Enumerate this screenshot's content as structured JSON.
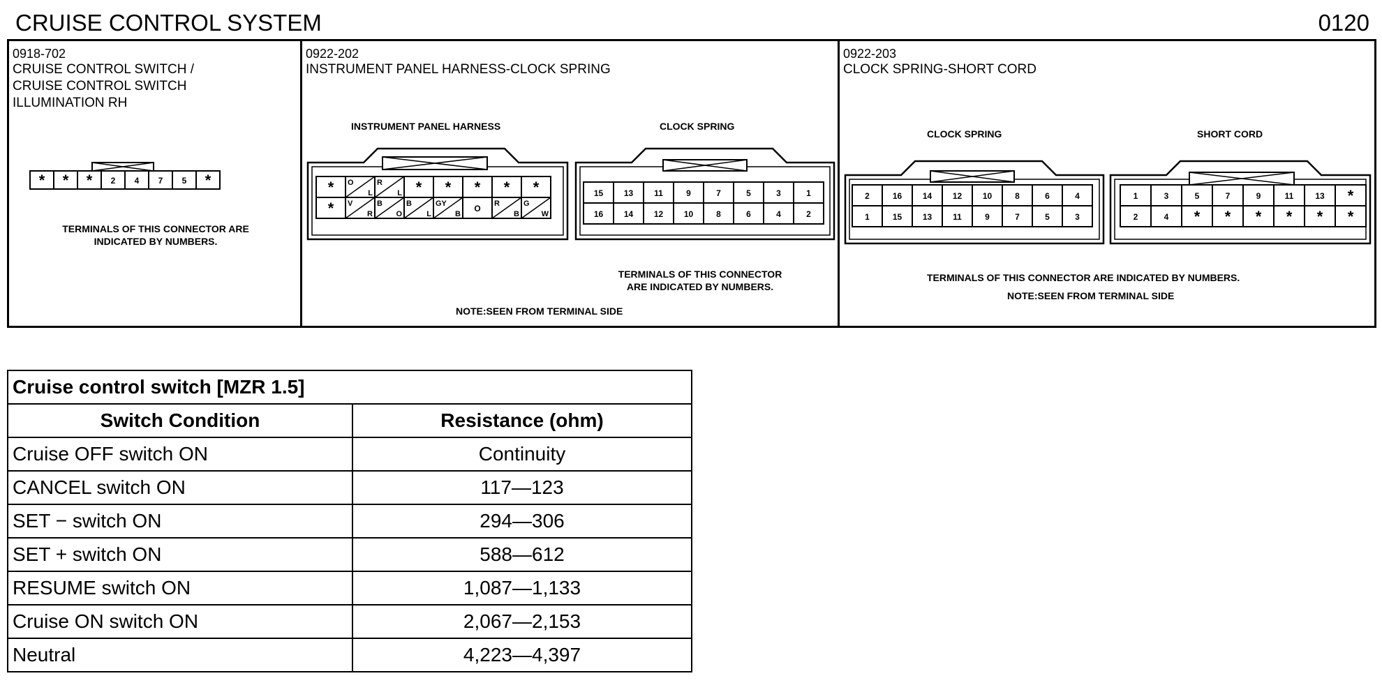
{
  "header": {
    "title": "CRUISE CONTROL SYSTEM",
    "page_number": "0120"
  },
  "connectors": {
    "c1": {
      "code": "0918-702",
      "name": "CRUISE CONTROL SWITCH / CRUISE CONTROL SWITCH ILLUMINATION RH",
      "pins": [
        "*",
        "*",
        "*",
        "2",
        "4",
        "7",
        "5",
        "*"
      ],
      "note": "TERMINALS OF THIS CONNECTOR ARE INDICATED BY NUMBERS."
    },
    "c2": {
      "code": "0922-202",
      "name": "INSTRUMENT PANEL HARNESS-CLOCK SPRING",
      "left_label": "INSTRUMENT PANEL HARNESS",
      "right_label": "CLOCK SPRING",
      "harness_row1": [
        "*",
        "O/L",
        "R/L",
        "*",
        "*",
        "*",
        "*",
        "*"
      ],
      "harness_row2": [
        "*",
        "V/R",
        "B/O",
        "B/L",
        "GY/B",
        "O",
        "R/B",
        "G/W"
      ],
      "spring_row1": [
        "15",
        "13",
        "11",
        "9",
        "7",
        "5",
        "3",
        "1"
      ],
      "spring_row2": [
        "16",
        "14",
        "12",
        "10",
        "8",
        "6",
        "4",
        "2"
      ],
      "note": "TERMINALS OF THIS CONNECTOR ARE INDICATED BY NUMBERS.",
      "note2": "NOTE:SEEN FROM TERMINAL SIDE"
    },
    "c3": {
      "code": "0922-203",
      "name": "CLOCK SPRING-SHORT CORD",
      "left_label": "CLOCK SPRING",
      "right_label": "SHORT CORD",
      "spring_row1": [
        "2",
        "16",
        "14",
        "12",
        "10",
        "8",
        "6",
        "4"
      ],
      "spring_row2": [
        "1",
        "15",
        "13",
        "11",
        "9",
        "7",
        "5",
        "3"
      ],
      "cord_row1": [
        "1",
        "3",
        "5",
        "7",
        "9",
        "11",
        "13",
        "*"
      ],
      "cord_row2": [
        "2",
        "4",
        "*",
        "*",
        "*",
        "*",
        "*",
        "*"
      ],
      "note": "TERMINALS OF THIS CONNECTOR ARE INDICATED BY NUMBERS.",
      "note2": "NOTE:SEEN FROM TERMINAL SIDE"
    }
  },
  "table": {
    "caption": "Cruise control switch [MZR 1.5]",
    "col1": "Switch Condition",
    "col2": "Resistance (ohm)",
    "rows": [
      {
        "cond": "Cruise OFF switch ON",
        "res": "Continuity"
      },
      {
        "cond": "CANCEL switch ON",
        "res": "117—123"
      },
      {
        "cond": "SET − switch ON",
        "res": "294—306"
      },
      {
        "cond": "SET + switch ON",
        "res": "588—612"
      },
      {
        "cond": "RESUME switch ON",
        "res": "1,087—1,133"
      },
      {
        "cond": "Cruise ON switch ON",
        "res": "2,067—2,153"
      },
      {
        "cond": "Neutral",
        "res": "4,223—4,397"
      }
    ]
  }
}
